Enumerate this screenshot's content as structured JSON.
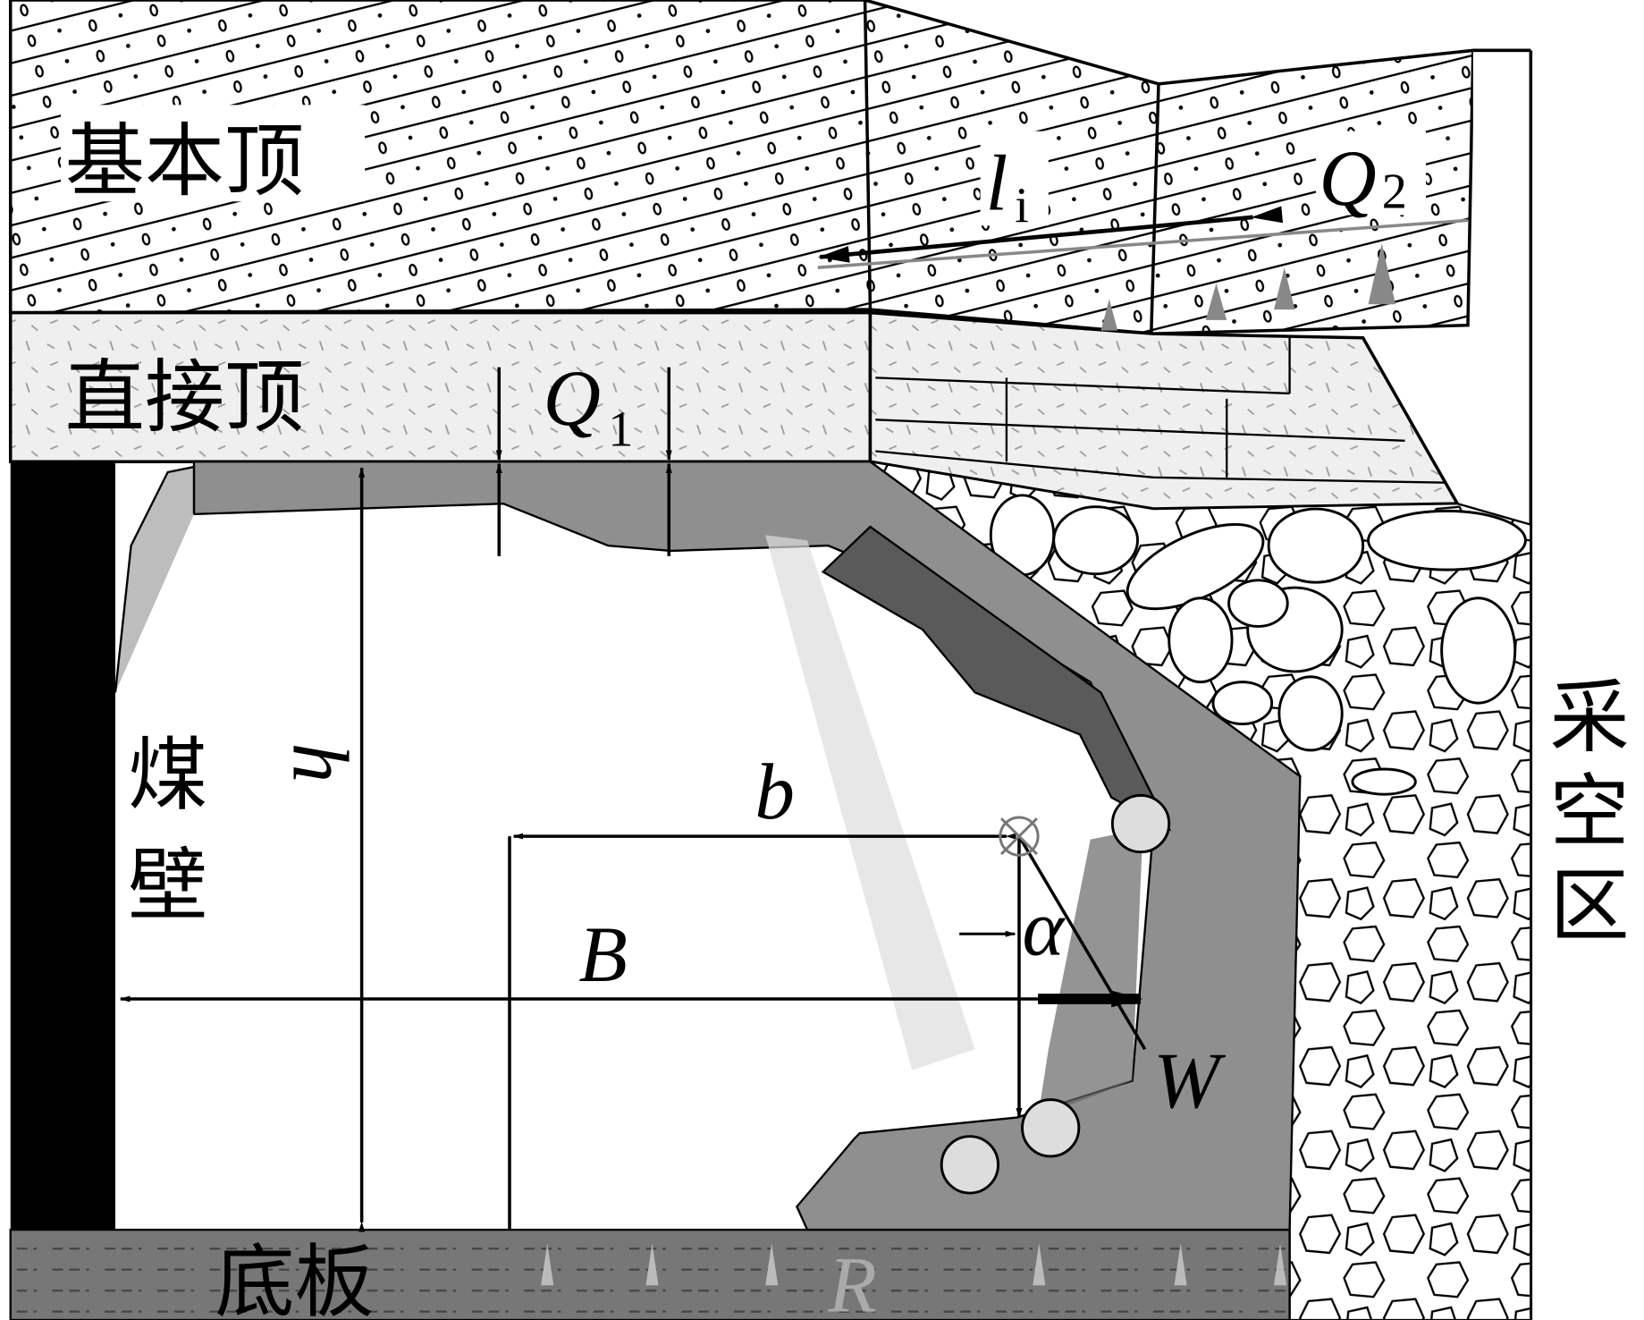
{
  "labels": {
    "main_roof": "基本顶",
    "immediate_roof": "直接顶",
    "coal_wall_1": "煤",
    "coal_wall_2": "壁",
    "floor": "底板",
    "gob_1": "采",
    "gob_2": "空",
    "gob_3": "区"
  },
  "symbols": {
    "l": "l",
    "l_sub": "i",
    "Q2": "Q",
    "Q2_sub": "2",
    "Q1": "Q",
    "Q1_sub": "1",
    "h": "h",
    "b": "b",
    "B": "B",
    "alpha": "α",
    "W": "W",
    "R": "R"
  },
  "colors": {
    "support": "#8a8a8a",
    "support_dark": "#5a5a5a",
    "immediate_roof": "#eeeeee",
    "floor": "#7a7a7a",
    "coal": "#000000"
  }
}
